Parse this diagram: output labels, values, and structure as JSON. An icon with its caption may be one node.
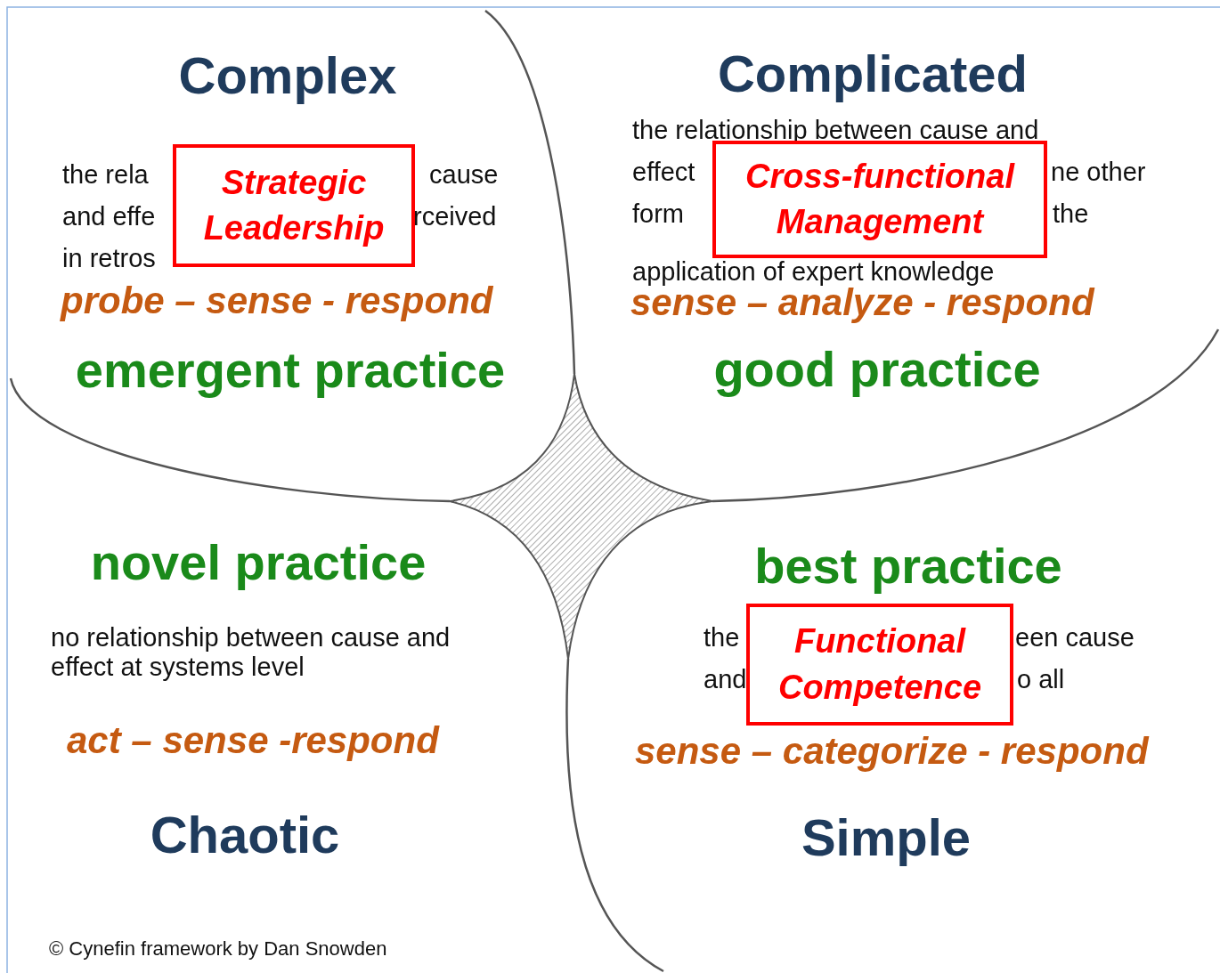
{
  "diagram": {
    "nodes": [
      {
        "text": [
          "Complex",
          "probe – sense - respond",
          "emergent practice"
        ]
      },
      {
        "text": [
          "Strategic Leadership"
        ],
        "in": 0
      },
      {
        "text": [
          "Complicated",
          "sense – analyze - respond",
          "good practice"
        ]
      },
      {
        "text": [
          "Cross-functional Management"
        ],
        "in": 2
      },
      {
        "text": [
          "novel practice",
          "no relationship between cause and effect at systems level",
          "act – sense -respond",
          "Chaotic"
        ]
      },
      {
        "text": [
          "best practice",
          "sense – categorize - respond",
          "Simple"
        ]
      },
      {
        "text": [
          "Functional Competence"
        ],
        "in": 5
      }
    ],
    "labels": [
      "the rela",
      "cause",
      "and effe",
      "rceived",
      "in retros",
      "the relationship between cause and",
      "effect",
      "ne other",
      "form",
      "the",
      "application of expert knowledge",
      "the",
      "een cause",
      "and",
      "o all",
      "© Cynefin framework by Dan Snowden"
    ]
  }
}
